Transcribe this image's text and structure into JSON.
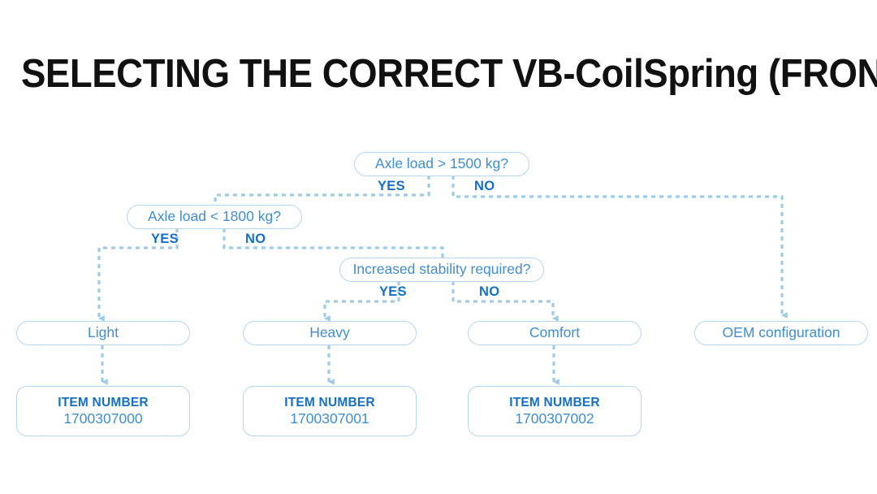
{
  "page": {
    "title": "SELECTING THE CORRECT VB-CoilSpring (FRONT AXLE)",
    "background_color": "#ffffff"
  },
  "colors": {
    "node_border": "#b6d6ee",
    "node_text": "#3f8ecd",
    "branch_text": "#1470c4",
    "connector": "#9ecbe8",
    "title_text": "#111111"
  },
  "flow": {
    "decisions": [
      {
        "id": "d1",
        "label": "Axle load > 1500 kg?",
        "yes_label": "YES",
        "no_label": "NO"
      },
      {
        "id": "d2",
        "label": "Axle load < 1800 kg?",
        "yes_label": "YES",
        "no_label": "NO"
      },
      {
        "id": "d3",
        "label": "Increased stability required?",
        "yes_label": "YES",
        "no_label": "NO"
      }
    ],
    "outcomes": [
      {
        "id": "o1",
        "label": "Light"
      },
      {
        "id": "o2",
        "label": "Heavy"
      },
      {
        "id": "o3",
        "label": "Comfort"
      },
      {
        "id": "o4",
        "label": "OEM configuration"
      }
    ],
    "items": [
      {
        "id": "i1",
        "heading": "ITEM NUMBER",
        "number": "1700307000"
      },
      {
        "id": "i2",
        "heading": "ITEM NUMBER",
        "number": "1700307001"
      },
      {
        "id": "i3",
        "heading": "ITEM NUMBER",
        "number": "1700307002"
      }
    ]
  }
}
